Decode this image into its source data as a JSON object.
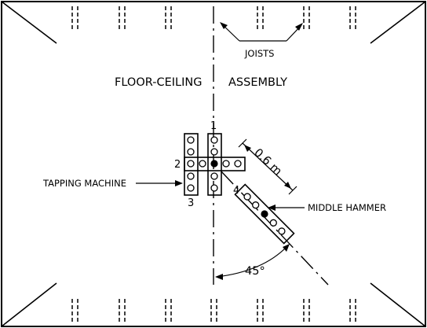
{
  "diagram": {
    "title_left": "FLOOR-CEILING",
    "title_right": "ASSEMBLY",
    "labels": {
      "joists": "JOISTS",
      "tapping_machine": "TAPPING MACHINE",
      "middle_hammer": "MIDDLE HAMMER",
      "distance": "0.6 m",
      "angle": "45°"
    },
    "positions": [
      "1",
      "2",
      "3",
      "4"
    ]
  }
}
